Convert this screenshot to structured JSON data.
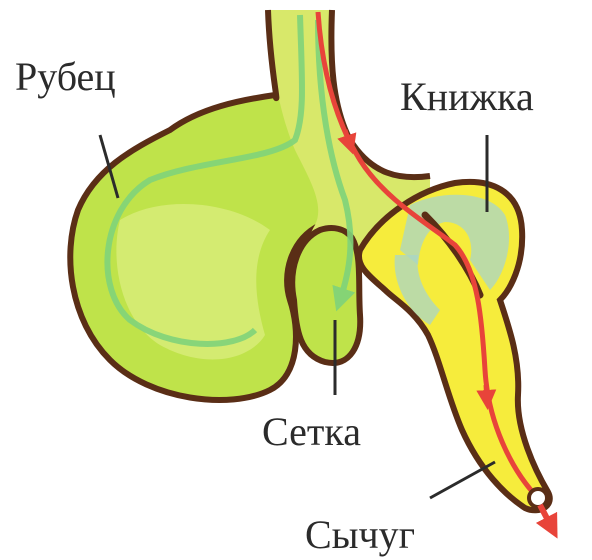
{
  "labels": {
    "rumen": "Рубец",
    "omasum": "Книжка",
    "reticulum": "Сетка",
    "abomasum": "Сычуг"
  },
  "colors": {
    "background": "#ffffff",
    "outline": "#5a2e16",
    "rumen_fill": "#bfe34a",
    "rumen_inner": "#d9ec7a",
    "esophagus_fill": "#d8e86a",
    "abomasum_fill": "#f6ec3c",
    "green_path": "#7fd37a",
    "red_path": "#e8443a",
    "omasum_folds": "#a8d6c8",
    "leader_line": "#2b2b2b",
    "label_text": "#2b2b2b"
  }
}
